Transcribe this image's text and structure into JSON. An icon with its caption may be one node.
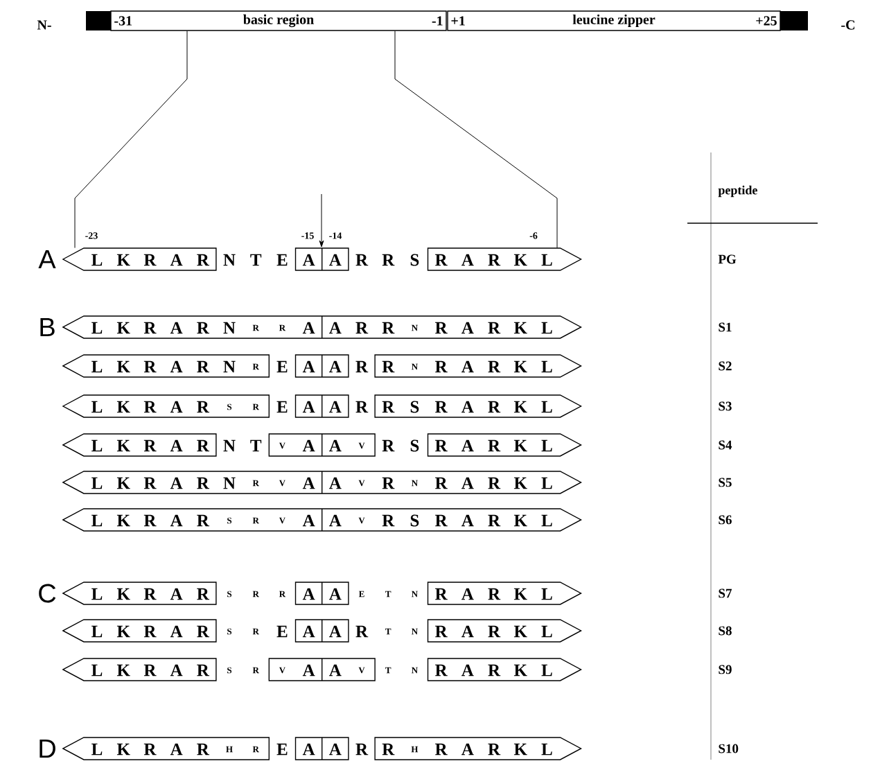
{
  "diagram": {
    "nodes": [
      {
        "text": [
          "-31",
          "basic region",
          "-1"
        ]
      },
      {
        "text": [
          "+1",
          "leucine zipper",
          "+25"
        ]
      },
      {
        "text": [
          "L",
          "K",
          "R",
          "A",
          "R",
          "N",
          "T",
          "E",
          "A",
          "A",
          "R",
          "R",
          "S",
          "R",
          "A",
          "R",
          "K",
          "L"
        ]
      },
      {
        "text": [
          "L",
          "K",
          "R",
          "A",
          "R",
          "N",
          "R",
          "R",
          "A",
          "A",
          "R",
          "R",
          "N",
          "R",
          "A",
          "R",
          "K",
          "L"
        ]
      },
      {
        "text": [
          "L",
          "K",
          "R",
          "A",
          "R",
          "N",
          "R",
          "E",
          "A",
          "A",
          "R",
          "R",
          "N",
          "R",
          "A",
          "R",
          "K",
          "L"
        ]
      },
      {
        "text": [
          "L",
          "K",
          "R",
          "A",
          "R",
          "S",
          "R",
          "E",
          "A",
          "A",
          "R",
          "R",
          "S",
          "R",
          "A",
          "R",
          "K",
          "L"
        ]
      },
      {
        "text": [
          "L",
          "K",
          "R",
          "A",
          "R",
          "N",
          "T",
          "V",
          "A",
          "A",
          "V",
          "R",
          "S",
          "R",
          "A",
          "R",
          "K",
          "L"
        ]
      },
      {
        "text": [
          "L",
          "K",
          "R",
          "A",
          "R",
          "N",
          "R",
          "V",
          "A",
          "A",
          "V",
          "R",
          "N",
          "R",
          "A",
          "R",
          "K",
          "L"
        ]
      },
      {
        "text": [
          "L",
          "K",
          "R",
          "A",
          "R",
          "S",
          "R",
          "V",
          "A",
          "A",
          "V",
          "R",
          "S",
          "R",
          "A",
          "R",
          "K",
          "L"
        ]
      },
      {
        "text": [
          "L",
          "K",
          "R",
          "A",
          "R",
          "S",
          "R",
          "R",
          "A",
          "A",
          "E",
          "T",
          "N",
          "R",
          "A",
          "R",
          "K",
          "L"
        ]
      },
      {
        "text": [
          "L",
          "K",
          "R",
          "A",
          "R",
          "S",
          "R",
          "E",
          "A",
          "A",
          "R",
          "T",
          "N",
          "R",
          "A",
          "R",
          "K",
          "L"
        ]
      },
      {
        "text": [
          "L",
          "K",
          "R",
          "A",
          "R",
          "S",
          "R",
          "V",
          "A",
          "A",
          "V",
          "T",
          "N",
          "R",
          "A",
          "R",
          "K",
          "L"
        ]
      },
      {
        "text": [
          "L",
          "K",
          "R",
          "A",
          "R",
          "H",
          "R",
          "E",
          "A",
          "A",
          "R",
          "R",
          "H",
          "R",
          "A",
          "R",
          "K",
          "L"
        ]
      }
    ],
    "edges": [
      {
        "from": 0,
        "to": 2,
        "arrow": "none"
      },
      {
        "from": 0,
        "to": 2,
        "arrow": "none"
      },
      {
        "from": null,
        "to": 2,
        "arrow": "to"
      }
    ],
    "labels": [
      "N-",
      "-C",
      "peptide",
      "-23",
      "-15",
      "-14",
      "-6",
      "A",
      "PG",
      "B",
      "S1",
      "S2",
      "S3",
      "S4",
      "S5",
      "S6",
      "C",
      "S7",
      "S8",
      "S9",
      "D",
      "S10"
    ]
  }
}
